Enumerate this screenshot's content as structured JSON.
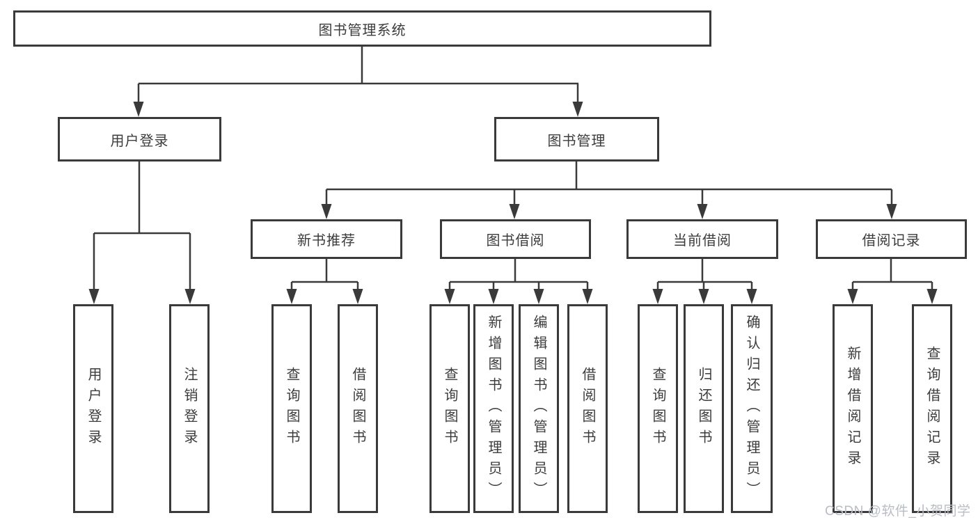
{
  "diagram": {
    "title": "图书管理系统",
    "nodes": {
      "root": "图书管理系统",
      "user_login": "用户登录",
      "book_mgmt": "图书管理",
      "new_book_rec": "新书推荐",
      "book_borrow": "图书借阅",
      "current_borrow": "当前借阅",
      "borrow_records": "借阅记录",
      "ul_login": "用户登录",
      "ul_logout": "注销登录",
      "nb_query": "查询图书",
      "nb_borrow": "借阅图书",
      "bb_query": "查询图书",
      "bb_add": "新增图书（管理员）",
      "bb_edit": "编辑图书（管理员）",
      "bb_borrow": "借阅图书",
      "cb_query": "查询图书",
      "cb_return": "归还图书",
      "cb_confirm": "确认归还（管理员）",
      "br_add": "新增借阅记录",
      "br_query": "查询借阅记录"
    },
    "hierarchy": {
      "图书管理系统": {
        "用户登录": [
          "用户登录",
          "注销登录"
        ],
        "图书管理": {
          "新书推荐": [
            "查询图书",
            "借阅图书"
          ],
          "图书借阅": [
            "查询图书",
            "新增图书（管理员）",
            "编辑图书（管理员）",
            "借阅图书"
          ],
          "当前借阅": [
            "查询图书",
            "归还图书",
            "确认归还（管理员）"
          ],
          "借阅记录": [
            "新增借阅记录",
            "查询借阅记录"
          ]
        }
      }
    }
  },
  "watermark": {
    "text": "CSDN @软件_小贺同学"
  },
  "colors": {
    "line": "#3a3a3a",
    "text": "#3c3c3c",
    "background": "#ffffff",
    "watermark": "#b9bdc4"
  }
}
